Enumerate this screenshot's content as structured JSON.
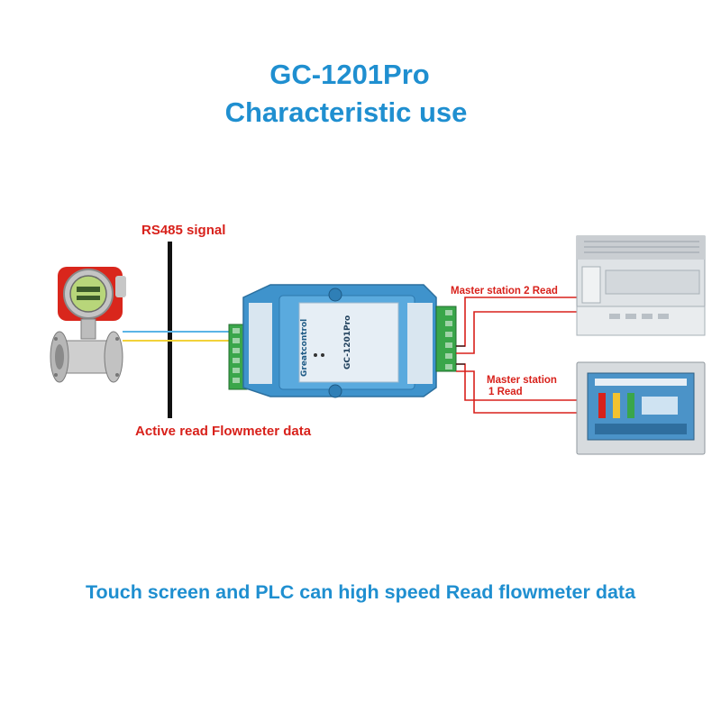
{
  "title": {
    "line1": "GC-1201Pro",
    "line2": "Characteristic use"
  },
  "labels": {
    "rs485_signal": "RS485 signal",
    "active_read": "Active read Flowmeter data",
    "master2": "Master station 2 Read",
    "master1_line1": "Master station",
    "master1_line2": "1 Read"
  },
  "device": {
    "brand": "Greatcontrol",
    "model": "GC-1201Pro"
  },
  "footer": "Touch screen and PLC can high speed Read flowmeter data",
  "colors": {
    "title": "#1f8fd0",
    "label": "#d8211b",
    "device_body": "#3f93cc",
    "terminal": "#3aa64a",
    "wire_blue": "#5ab4e6",
    "wire_yellow": "#f2d23a",
    "wire_red": "#d8211b"
  },
  "icons": [
    "flowmeter-icon",
    "plc-icon",
    "hmi-touch-screen-icon",
    "converter-device-icon"
  ]
}
